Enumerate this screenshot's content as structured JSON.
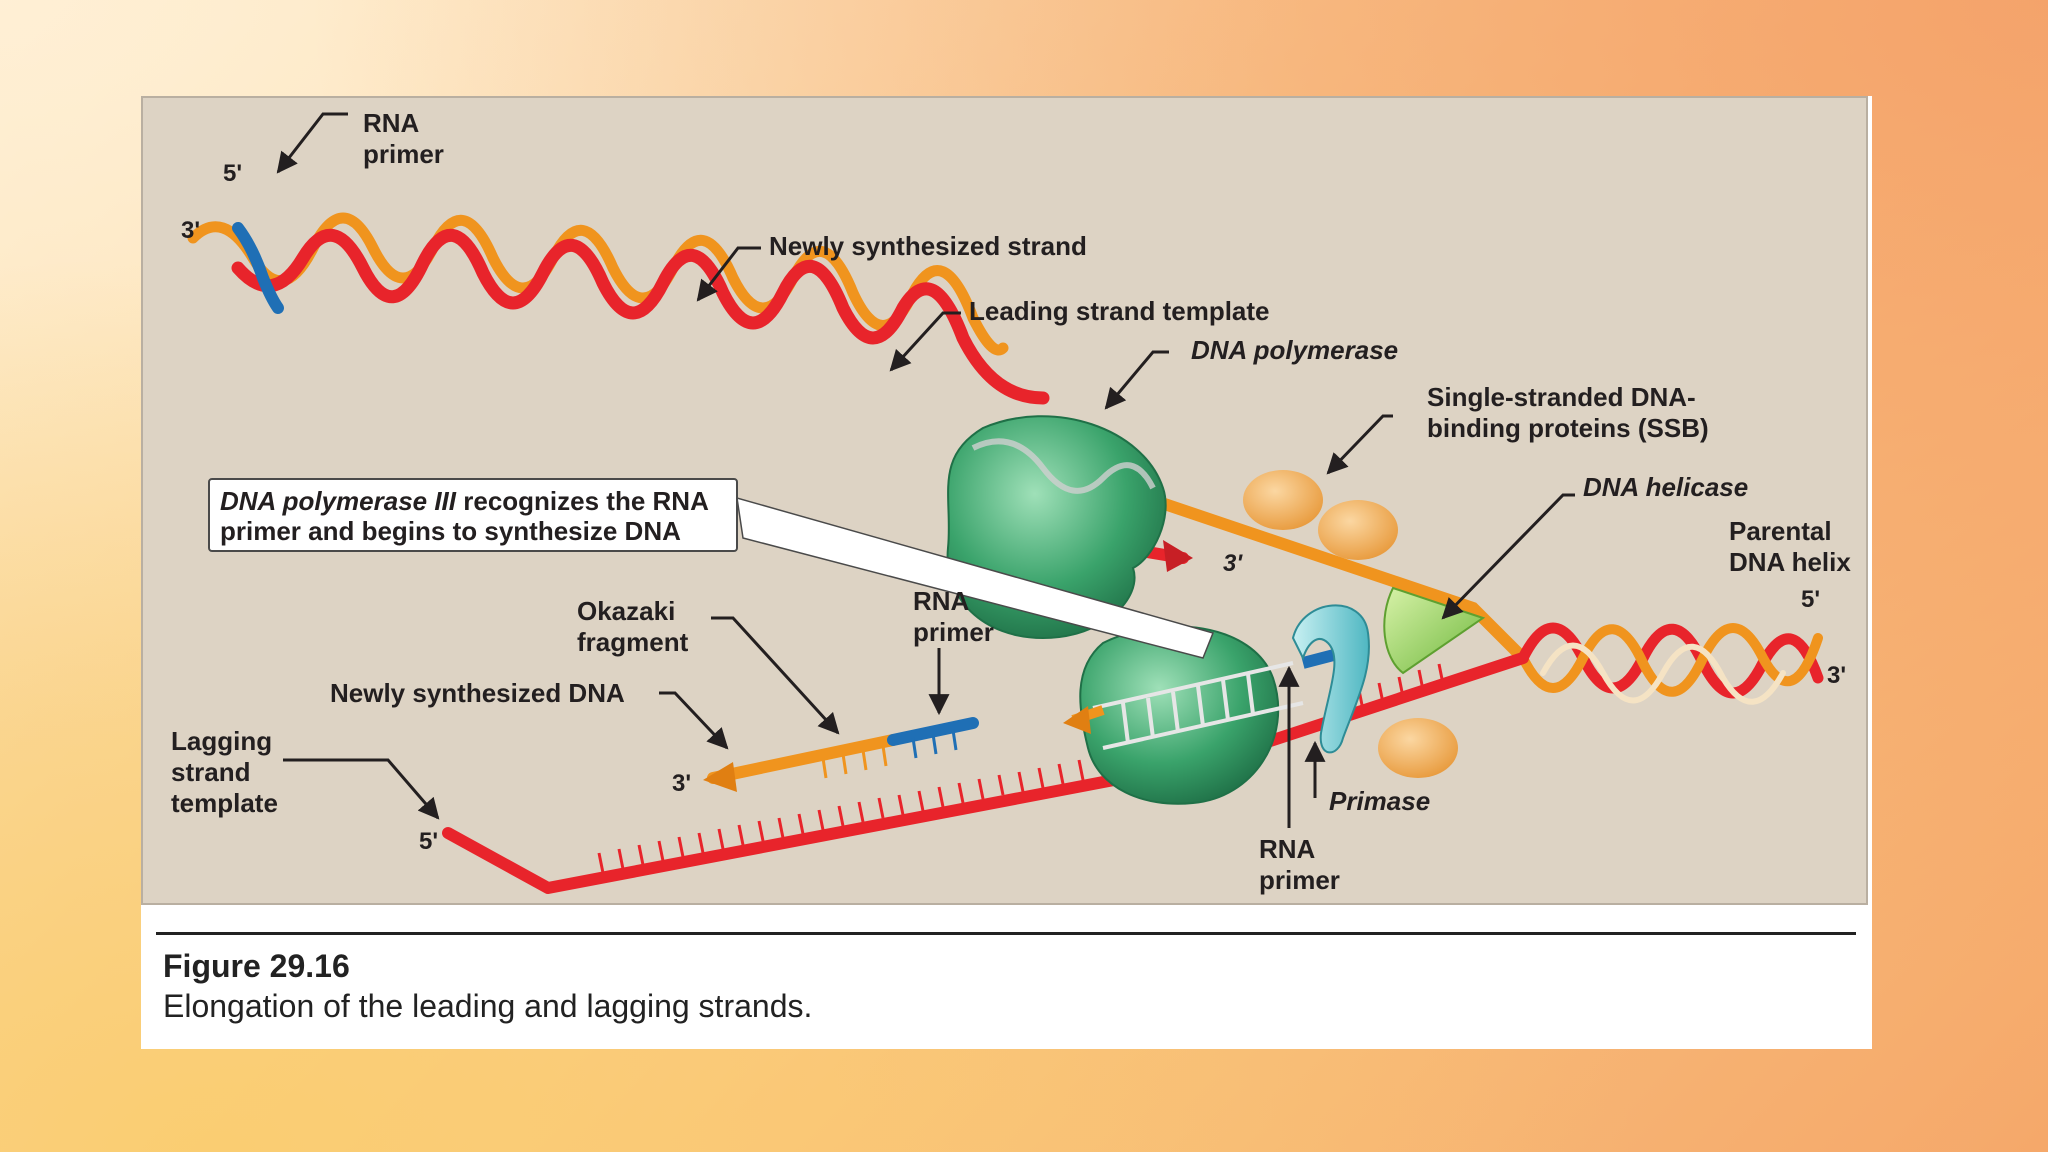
{
  "figure": {
    "number_label": "Figure 29.16",
    "caption": "Elongation of the leading and lagging strands."
  },
  "callout": {
    "italic_part": "DNA polymerase III",
    "rest_line1": " recognizes the RNA",
    "line2": "primer and begins to synthesize DNA"
  },
  "labels": {
    "rna_primer_top": "RNA primer",
    "five_prime_top": "5'",
    "three_prime_top_left": "3'",
    "newly_synthesized_strand": "Newly synthesized strand",
    "leading_strand_template": "Leading strand template",
    "dna_polymerase": "DNA polymerase",
    "ssb": "Single-stranded DNA-binding proteins (SSB)",
    "dna_helicase": "DNA helicase",
    "parental_dna_helix": "Parental DNA helix",
    "five_prime_right": "5'",
    "three_prime_right": "3'",
    "three_prime_leading_end": "3'",
    "okazaki_fragment": "Okazaki fragment",
    "rna_primer_middle": "RNA primer",
    "newly_synthesized_dna": "Newly synthesized DNA",
    "three_prime_okazaki": "3'",
    "lagging_strand_template": "Lagging strand template",
    "five_prime_lagging": "5'",
    "primase": "Primase",
    "rna_primer_bottom": "RNA primer"
  },
  "colors": {
    "template_strand": "#e8242b",
    "new_strand": "#f0941e",
    "rna_primer": "#1f6fb5",
    "polymerase": "#3aa36b",
    "helicase": "#9fd36a",
    "ssb": "#f5b866",
    "primase": "#7fd0d8"
  }
}
